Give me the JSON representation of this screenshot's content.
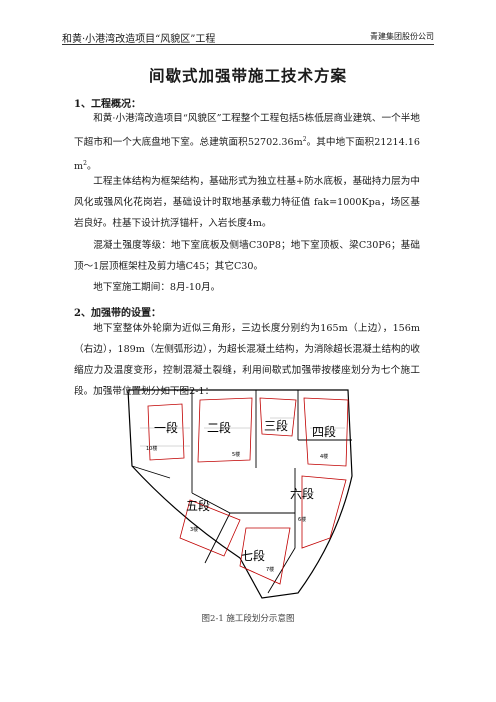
{
  "header": {
    "left": "和黄·小港湾改造项目“风貌区”工程",
    "right": "青建集团股份公司"
  },
  "title": "间歇式加强带施工技术方案",
  "section1": {
    "heading": "1、工程概况：",
    "p1_a": "和黄·小港湾改造项目“风貌区”工程整个工程包括5栋低层商业建筑、一个半地下超市和一个大底盘地下室。总建筑面积52702.36m",
    "p1_sup1": "2",
    "p1_b": "。其中地下面积21214.16 m",
    "p1_sup2": "2",
    "p1_c": "。",
    "p2": "工程主体结构为框架结构，基础形式为独立柱基+防水底板，基础持力层为中风化或强风化花岗岩，基础设计时取地基承载力特征值 fak=1000Kpa，场区基岩良好。柱基下设计抗浮锚杆，入岩长度4m。",
    "p3": "混凝土强度等级：地下室底板及侧墙C30P8；地下室顶板、梁C30P6；基础顶～1层顶框架柱及剪力墙C45；其它C30。",
    "p4": "地下室施工期间：8月-10月。"
  },
  "section2": {
    "heading": "2、加强带的设置：",
    "p1": "地下室整体外轮廓为近似三角形，三边长度分别约为165m（上边），156m（右边），189m（左侧弧形边），为超长混凝土结构，为消除超长混凝土结构的收缩应力及温度变形，控制混凝土裂缝，利用间歇式加强带按楼座划分为七个施工段。加强带位置划分如下图2-1："
  },
  "figure": {
    "segments": [
      "一段",
      "二段",
      "三段",
      "四段",
      "五段",
      "六段",
      "七段"
    ],
    "buildings": [
      "10楼",
      "5楼",
      "4楼",
      "6楼",
      "3楼",
      "7楼"
    ],
    "caption": "图2-1 施工段划分示意图"
  }
}
